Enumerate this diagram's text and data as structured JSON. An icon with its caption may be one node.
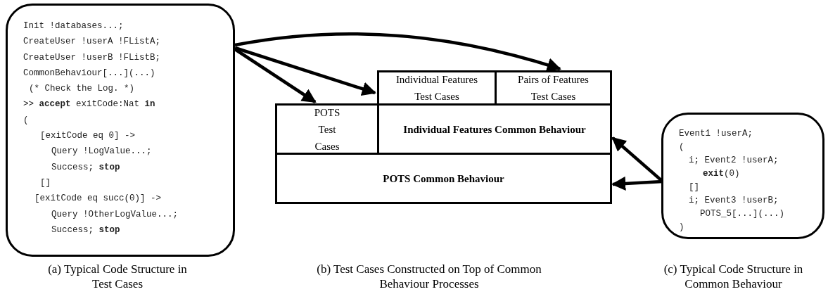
{
  "diagram": {
    "nodes": [
      {
        "text": [
          "Init !databases...;",
          "CreateUser !userA !FListA;",
          "CreateUser !userB !FListB;",
          "CommonBehaviour[...](...)",
          "(* Check the Log. *)",
          ">> **accept** exitCode:Nat **in**",
          "(",
          "[exitCode eq 0] ->",
          "Query !LogValue...;",
          "Success; **stop**",
          "[]",
          "[exitCode eq succ(0)] ->",
          "Query !OtherLogValue...;",
          "Success; **stop**"
        ]
      },
      {
        "text": [
          "Individual Features Test Cases"
        ]
      },
      {
        "text": [
          "Pairs of Features Test Cases"
        ]
      },
      {
        "text": [
          "POTS Test Cases"
        ]
      },
      {
        "text": [
          "Individual Features Common Behaviour"
        ]
      },
      {
        "text": [
          "POTS Common Behaviour"
        ]
      },
      {
        "text": [
          "Event1 !userA;",
          "(",
          "i; Event2 !userA;",
          "**exit**(0)",
          "[]",
          "i; Event3 !userB;",
          "POTS_5[...](...)",
          ")"
        ]
      }
    ],
    "edges": [
      {
        "from": 0,
        "to": 3,
        "arrow": "to"
      },
      {
        "from": 0,
        "to": 1,
        "arrow": "to"
      },
      {
        "from": 0,
        "to": 2,
        "arrow": "to"
      },
      {
        "from": 6,
        "to": 4,
        "arrow": "to"
      },
      {
        "from": 6,
        "to": 5,
        "arrow": "to"
      }
    ],
    "labels": [
      "(a) Typical Code Structure in Test Cases",
      "(b) Test Cases Constructed on Top of Common Behaviour Processes",
      "(c) Typical Code Structure in Common Behaviour"
    ]
  }
}
